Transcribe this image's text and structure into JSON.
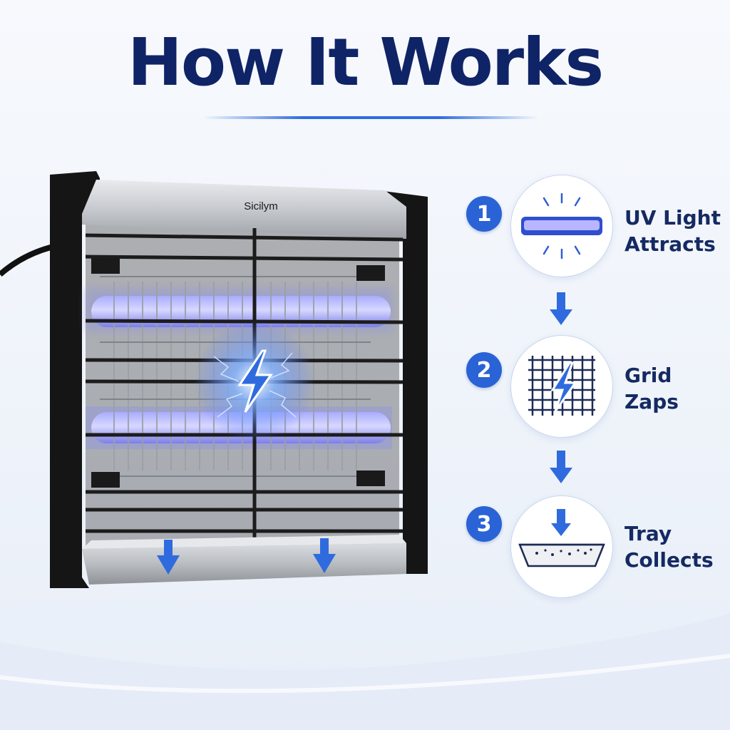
{
  "title": "How It Works",
  "brand": "Sicilym",
  "steps": [
    {
      "number": "1",
      "line1": "UV Light",
      "line2": "Attracts",
      "icon": "uv-light-icon"
    },
    {
      "number": "2",
      "line1": "Grid",
      "line2": "Zaps",
      "icon": "grid-zap-icon"
    },
    {
      "number": "3",
      "line1": "Tray",
      "line2": "Collects",
      "icon": "tray-icon"
    }
  ],
  "colors": {
    "title": "#0f2466",
    "accent": "#2a63d6",
    "uv_glow": "#8a8cf0",
    "frame": "#1b1b1b",
    "metal": "#c9ccd1"
  }
}
